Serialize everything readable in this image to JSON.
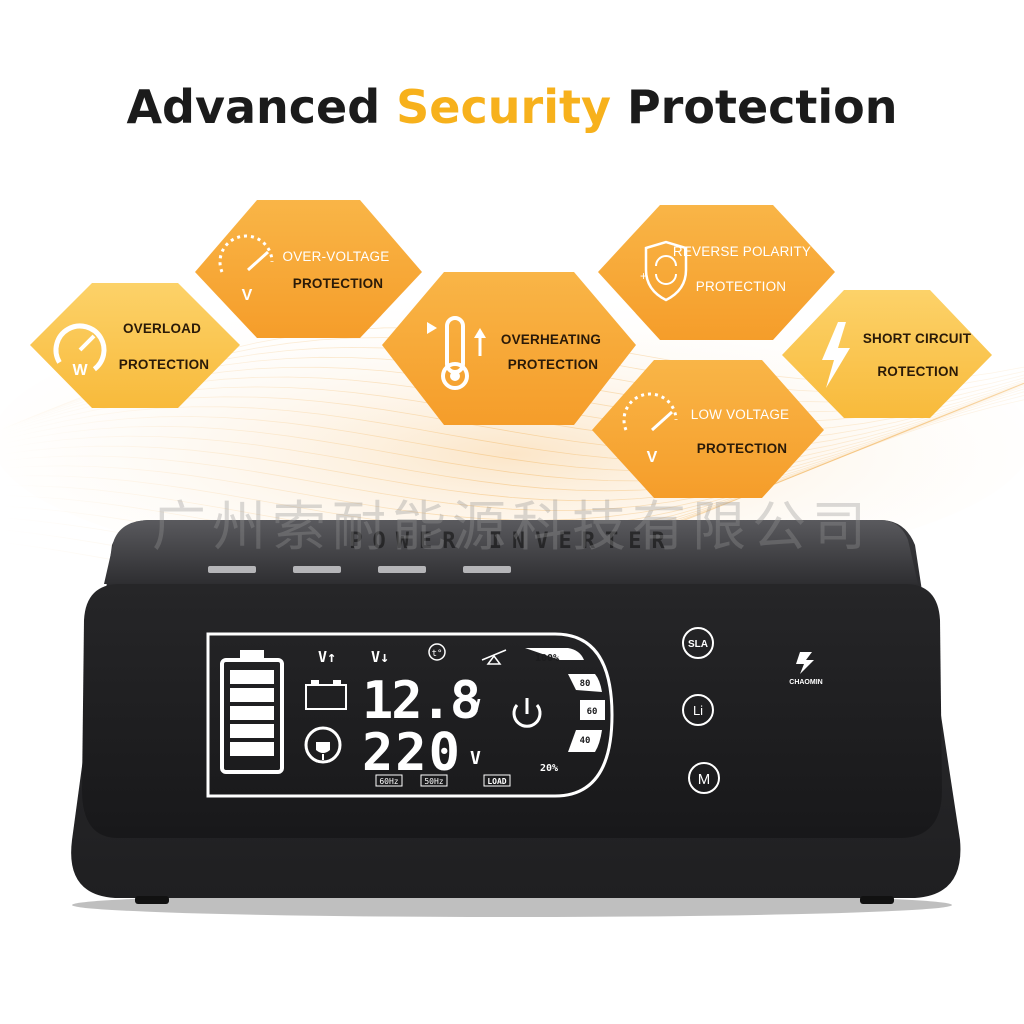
{
  "headline": {
    "part1": "Advanced",
    "part2": "Security",
    "part3": "Protection",
    "accent_color": "#f7b11c"
  },
  "features": [
    {
      "id": "overload",
      "line1": "OVERLOAD",
      "line2": "PROTECTION",
      "icon": "gauge-w-icon",
      "icon_letter": "W"
    },
    {
      "id": "over-voltage",
      "line1": "OVER-VOLTAGE",
      "line2": "PROTECTION",
      "icon": "gauge-v-icon",
      "icon_letter": "V"
    },
    {
      "id": "overheating",
      "line1": "OVERHEATING",
      "line2": "PROTECTION",
      "icon": "thermometer-icon"
    },
    {
      "id": "reverse-polarity",
      "line1": "REVERSE POLARITY",
      "line2": "PROTECTION",
      "icon": "shield-polarity-icon"
    },
    {
      "id": "low-voltage",
      "line1": "LOW VOLTAGE",
      "line2": "PROTECTION",
      "icon": "gauge-v-icon",
      "icon_letter": "V"
    },
    {
      "id": "short-circuit",
      "line1": "SHORT CIRCUIT",
      "line2": "ROTECTION",
      "icon": "lightning-icon"
    }
  ],
  "watermark": "广州索耐能源科技有限公司",
  "device": {
    "top_label": "POWER INVERTER",
    "lcd": {
      "voltage_up_label": "V↑",
      "voltage_down_label": "V↓",
      "temp_label": "t°",
      "battery_voltage": "12.8",
      "battery_unit": "V",
      "output_voltage": "220",
      "output_unit": "V",
      "freq_60": "60Hz",
      "freq_50": "50Hz",
      "load_label": "LOAD",
      "scale": [
        "100%",
        "80",
        "60",
        "40",
        "20%"
      ]
    },
    "buttons": [
      {
        "id": "sla",
        "label": "SLA"
      },
      {
        "id": "li",
        "label": "Li"
      },
      {
        "id": "m",
        "label": "M"
      }
    ],
    "brand": "CHAOMIN",
    "colors": {
      "body": "#2b2b2d",
      "panel": "#1c1c1e",
      "hex_orange": "#f7a934",
      "hex_yellow": "#fbc64a"
    }
  }
}
